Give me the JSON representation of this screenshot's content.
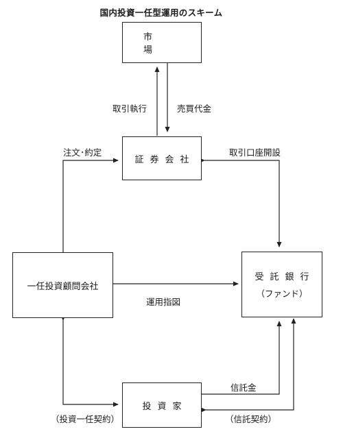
{
  "title": "国内投資一任型運用のスキーム",
  "nodes": {
    "market": "市 場",
    "securities": "証券会社",
    "advisor": "一任投資顧問会社",
    "trust_bank": "受託銀行",
    "trust_bank_sub": "（ファンド）",
    "investor": "投資家"
  },
  "edges": {
    "execution": "取引執行",
    "settlement": "売買代金",
    "order": "注文･約定",
    "account": "取引口座開設",
    "instruction": "運用指図",
    "trust_money": "信託金",
    "discretionary_contract": "（投資一任契約）",
    "trust_contract": "（信託契約）"
  }
}
